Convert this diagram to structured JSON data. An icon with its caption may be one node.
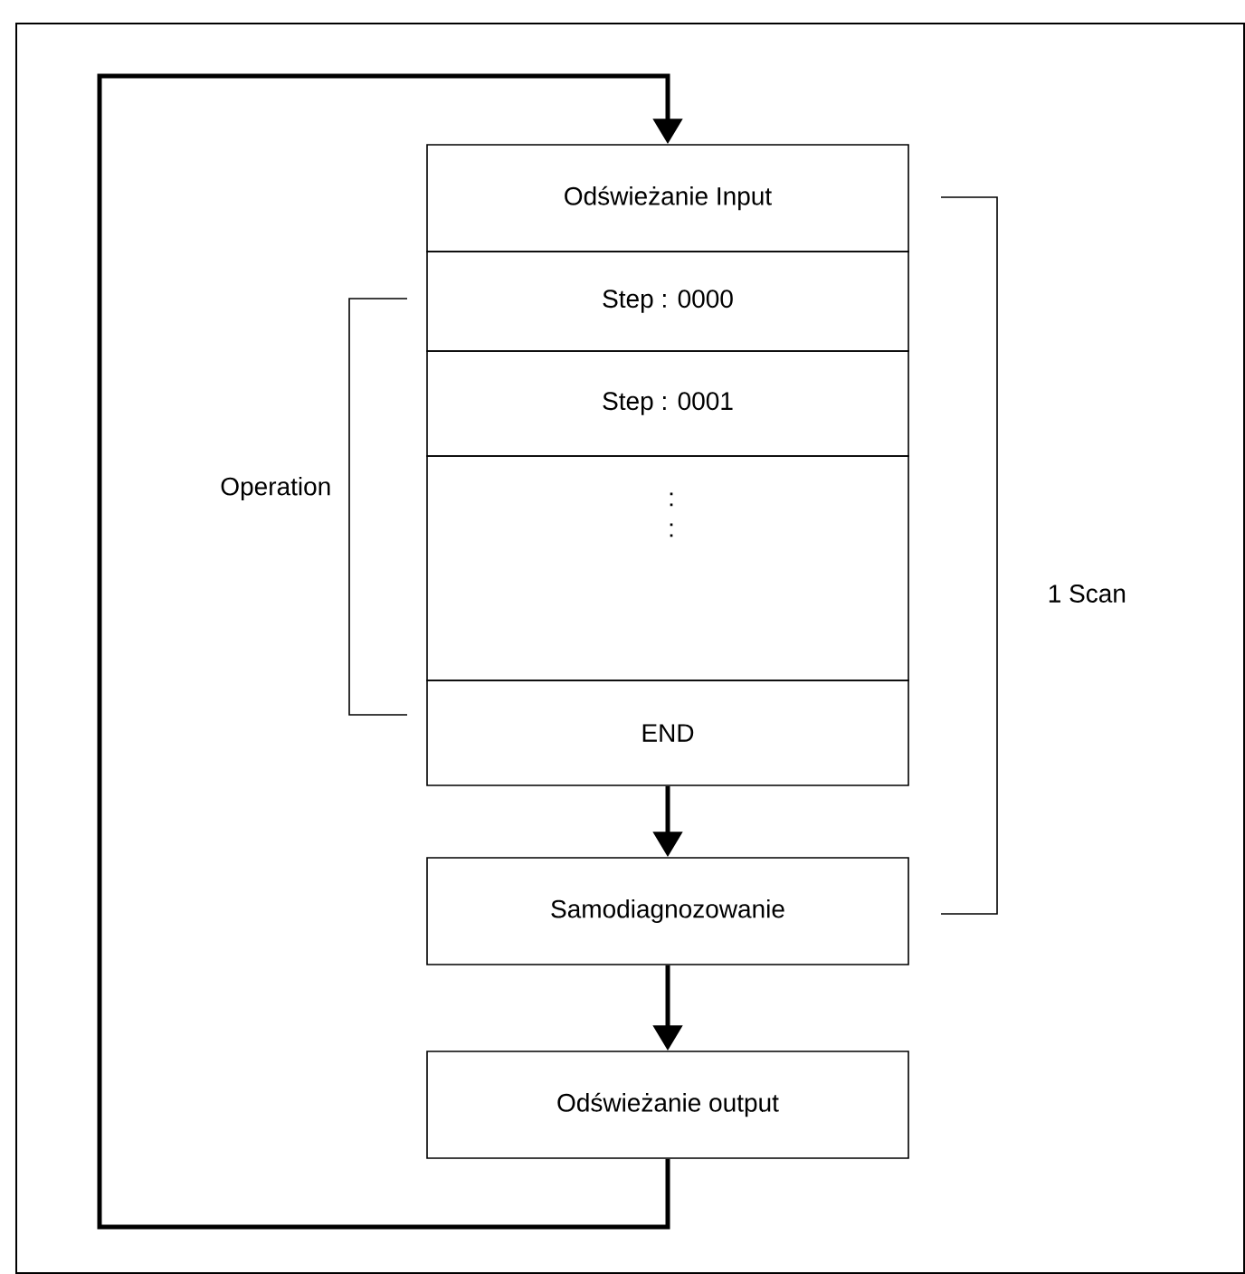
{
  "diagram": {
    "nodes": [
      {
        "text": [
          "Odświeżanie Input"
        ]
      },
      {
        "text": [
          "Step : 0000"
        ]
      },
      {
        "text": [
          "Step : 0001"
        ]
      },
      {
        "text": [
          ": :"
        ]
      },
      {
        "text": [
          "END"
        ]
      },
      {
        "text": [
          "Samodiagnozowanie"
        ]
      },
      {
        "text": [
          "Odświeżanie output"
        ]
      }
    ],
    "edges": [
      {
        "from": 4,
        "to": 5,
        "arrow": "to"
      },
      {
        "from": 5,
        "to": 6,
        "arrow": "to"
      },
      {
        "from": 6,
        "to": 0,
        "arrow": "to"
      }
    ],
    "labels": [
      "Operation",
      "1 Scan"
    ]
  }
}
